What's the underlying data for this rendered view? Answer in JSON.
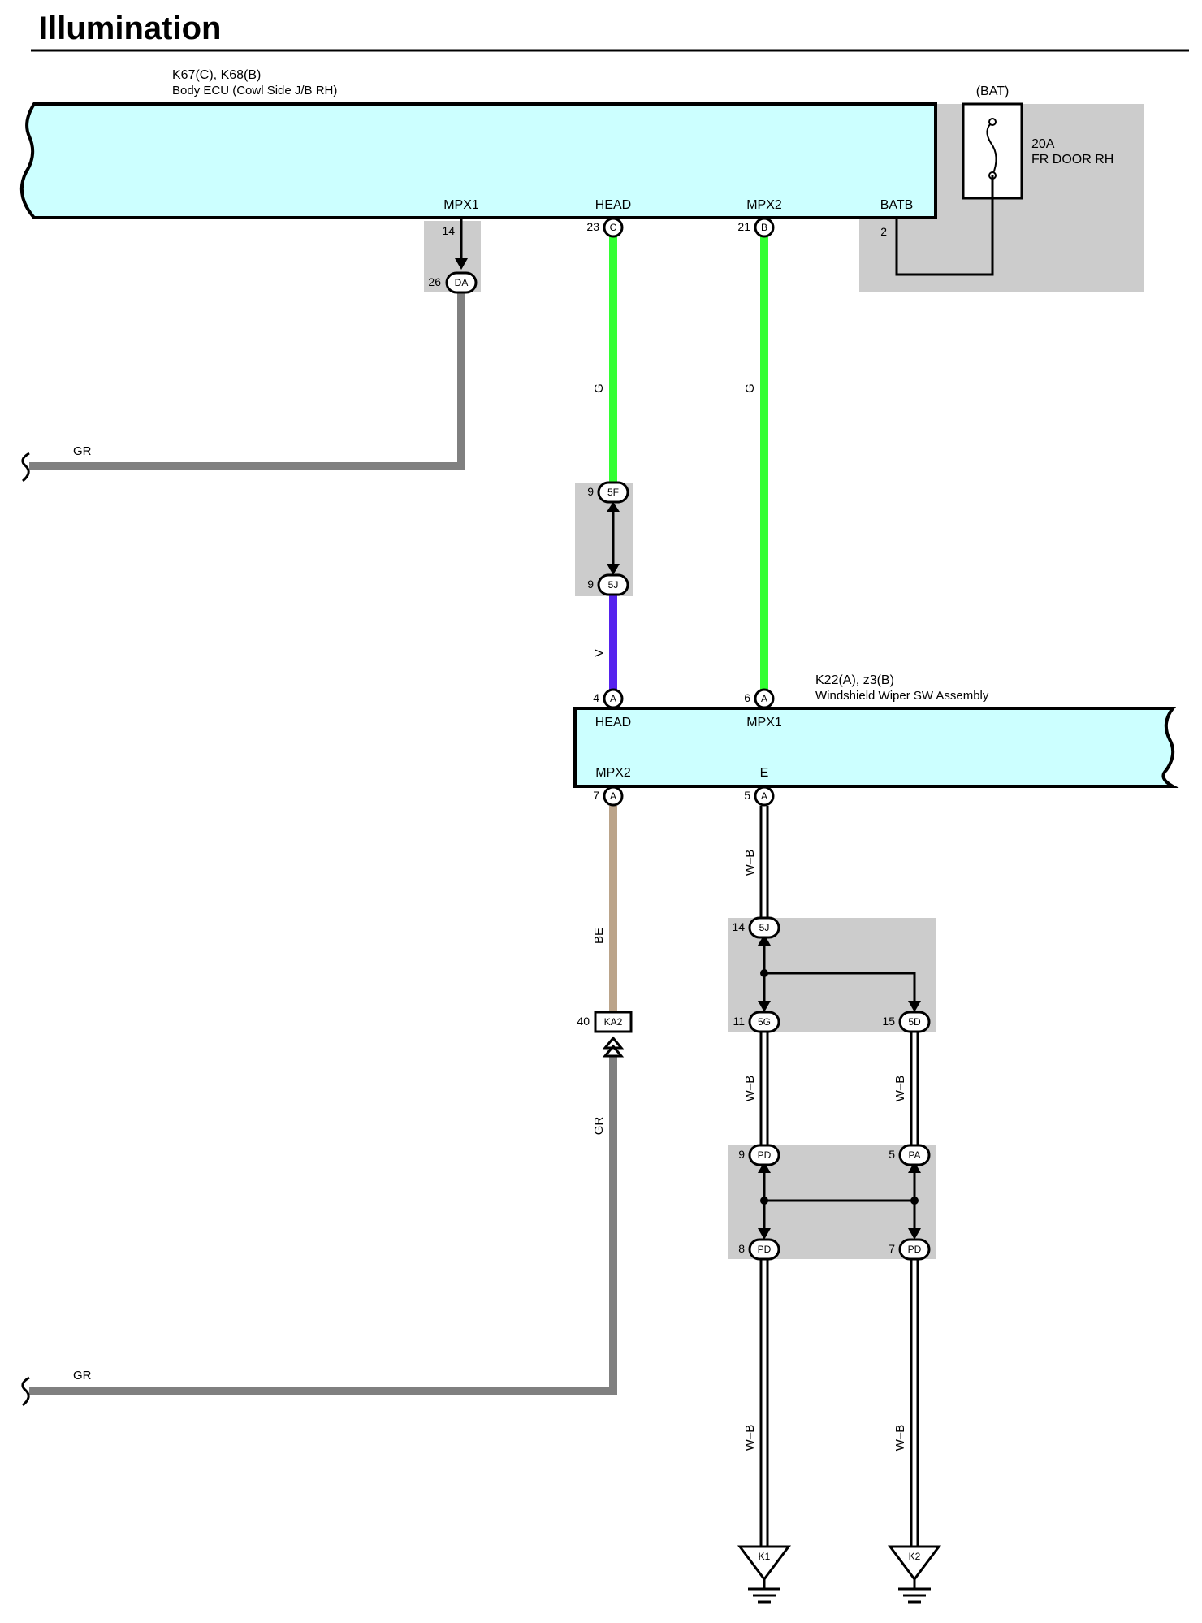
{
  "page": {
    "title": "Illumination"
  },
  "components": {
    "body_ecu": {
      "code": "K67(C), K68(B)",
      "name": "Body ECU (Cowl Side J/B RH)",
      "pins": {
        "mpx1": "MPX1",
        "head": "HEAD",
        "mpx2": "MPX2",
        "batb": "BATB"
      }
    },
    "fuse": {
      "source": "(BAT)",
      "rating": "20A",
      "name": "FR DOOR RH"
    },
    "wiper_sw": {
      "code": "K22(A), z3(B)",
      "name": "Windshield Wiper SW Assembly",
      "pins": {
        "head": "HEAD",
        "mpx1": "MPX1",
        "mpx2": "MPX2",
        "e": "E"
      }
    }
  },
  "pins": {
    "ecu_mpx1": "14",
    "ecu_head": "23",
    "ecu_mpx2": "21",
    "ecu_batb": "2",
    "da": "26",
    "j5f": "9",
    "j5j_top": "9",
    "wiper_head": "4",
    "wiper_mpx1": "6",
    "wiper_mpx2": "7",
    "wiper_e": "5",
    "ka2": "40",
    "j5j_bottom": "14",
    "j5g": "11",
    "j5d": "15",
    "pd_upper": "9",
    "pa": "5",
    "pd_lower_left": "8",
    "pd_lower_right": "7"
  },
  "connectors": {
    "ecu_head": "C",
    "ecu_mpx2": "B",
    "da": "DA",
    "j5f": "5F",
    "j5j_top": "5J",
    "wiper_head": "A",
    "wiper_mpx1": "A",
    "wiper_mpx2": "A",
    "wiper_e": "A",
    "ka2": "KA2",
    "j5j_bottom": "5J",
    "j5g": "5G",
    "j5d": "5D",
    "pd_upper": "PD",
    "pa": "PA",
    "pd_lower_left": "PD",
    "pd_lower_right": "PD"
  },
  "wire_labels": {
    "gr_upper": "GR",
    "g_head": "G",
    "g_mpx2": "G",
    "v": "V",
    "be": "BE",
    "gr_lower": "GR",
    "wb_e": "W–B",
    "wb_left_mid": "W–B",
    "wb_right_mid": "W–B",
    "wb_left_low": "W–B",
    "wb_right_low": "W–B"
  },
  "grounds": {
    "k1": "K1",
    "k2": "K2"
  },
  "colors": {
    "component_fill": "#ccffff",
    "junction_fill": "#cccccc",
    "wire_gr": "#808080",
    "wire_g": "#33ff33",
    "wire_v": "#5522ee",
    "wire_be": "#bba48a",
    "wire_wb": "#000000"
  }
}
